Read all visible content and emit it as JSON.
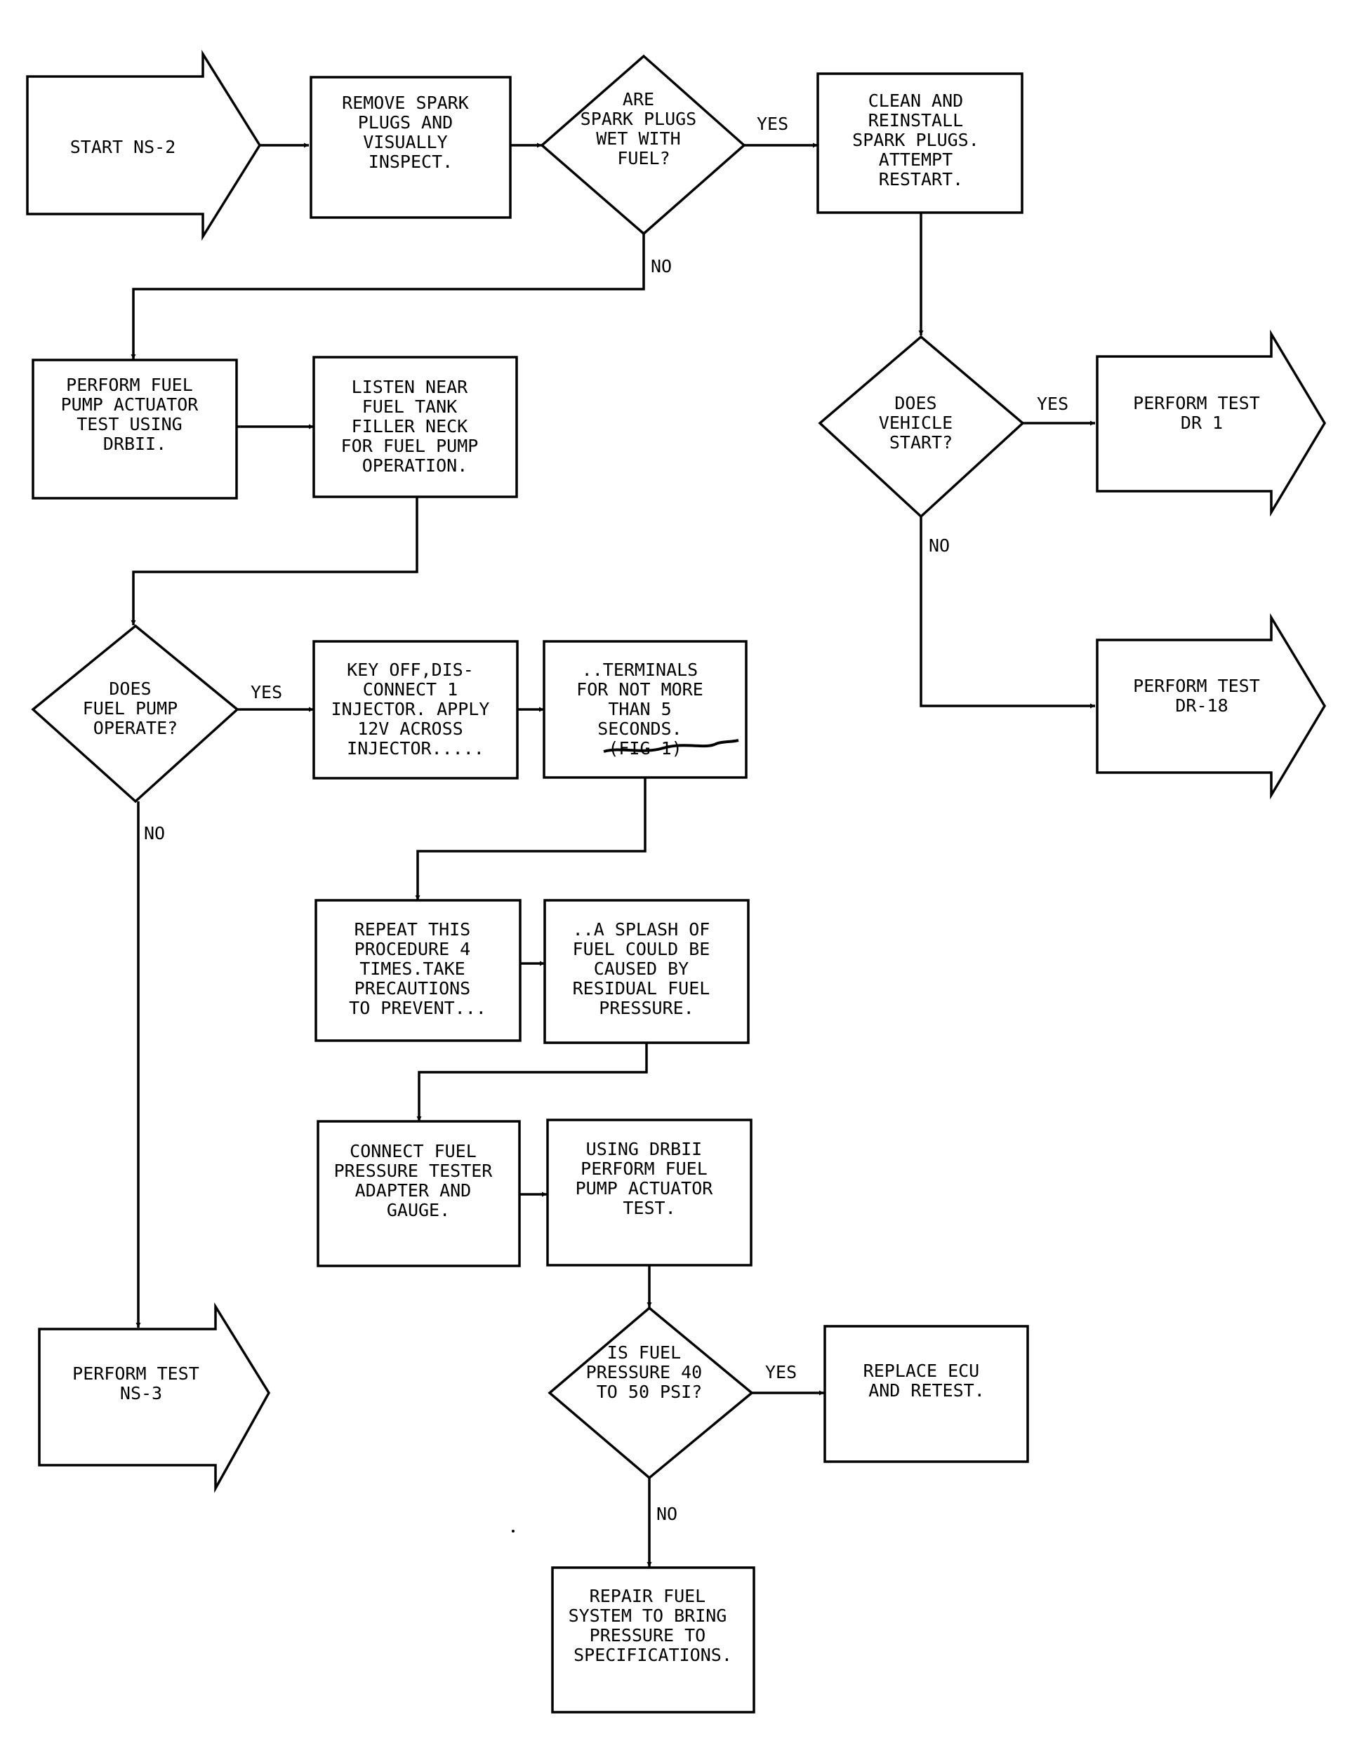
{
  "nodes": {
    "start": {
      "lines": [
        "START NS-2"
      ]
    },
    "remove_plugs": {
      "lines": [
        "REMOVE SPARK",
        "PLUGS AND",
        "VISUALLY",
        "INSPECT."
      ]
    },
    "plugs_wet": {
      "lines": [
        "ARE",
        "SPARK PLUGS",
        "WET WITH",
        "FUEL?"
      ]
    },
    "clean_reinstall": {
      "lines": [
        "CLEAN AND",
        "REINSTALL",
        "SPARK PLUGS.",
        "ATTEMPT",
        "RESTART."
      ]
    },
    "vehicle_start": {
      "lines": [
        "DOES",
        "VEHICLE",
        "START?"
      ]
    },
    "test_dr1": {
      "lines": [
        "PERFORM TEST",
        "DR 1"
      ]
    },
    "test_dr18": {
      "lines": [
        "PERFORM TEST",
        "DR-18"
      ]
    },
    "actuator_test": {
      "lines": [
        "PERFORM FUEL",
        "PUMP ACTUATOR",
        "TEST USING",
        "DRBII."
      ]
    },
    "listen": {
      "lines": [
        "LISTEN NEAR",
        "FUEL TANK",
        "FILLER NECK",
        "FOR FUEL PUMP",
        "OPERATION."
      ]
    },
    "pump_operate": {
      "lines": [
        "DOES",
        "FUEL PUMP",
        "OPERATE?"
      ]
    },
    "key_off": {
      "lines": [
        "KEY OFF,DIS-",
        "CONNECT 1",
        "INJECTOR. APPLY",
        "12V ACROSS",
        "INJECTOR....."
      ]
    },
    "terminals": {
      "lines": [
        "..TERMINALS",
        "FOR NOT MORE",
        "THAN 5",
        "SECONDS.",
        "(FIG 1)"
      ]
    },
    "repeat": {
      "lines": [
        "REPEAT THIS",
        "PROCEDURE 4",
        "TIMES.TAKE",
        "PRECAUTIONS",
        "TO PREVENT..."
      ]
    },
    "splash": {
      "lines": [
        "..A SPLASH OF",
        "FUEL COULD BE",
        "CAUSED BY",
        "RESIDUAL FUEL",
        "PRESSURE."
      ]
    },
    "connect_tester": {
      "lines": [
        "CONNECT FUEL",
        "PRESSURE TESTER",
        "ADAPTER AND",
        "GAUGE."
      ]
    },
    "using_drbii": {
      "lines": [
        "USING DRBII",
        "PERFORM FUEL",
        "PUMP ACTUATOR",
        "TEST."
      ]
    },
    "test_ns3": {
      "lines": [
        "PERFORM TEST",
        "NS-3"
      ]
    },
    "pressure_check": {
      "lines": [
        "IS FUEL",
        "PRESSURE 40",
        "TO 50 PSI?"
      ]
    },
    "replace_ecu": {
      "lines": [
        "REPLACE ECU",
        "AND RETEST."
      ]
    },
    "repair_fuel": {
      "lines": [
        "REPAIR FUEL",
        "SYSTEM TO BRING",
        "PRESSURE TO",
        "SPECIFICATIONS."
      ]
    }
  },
  "edges": {
    "plugs_wet_yes": "YES",
    "plugs_wet_no": "NO",
    "vehicle_start_yes": "YES",
    "vehicle_start_no": "NO",
    "pump_operate_yes": "YES",
    "pump_operate_no": "NO",
    "pressure_yes": "YES",
    "pressure_no": "NO"
  }
}
